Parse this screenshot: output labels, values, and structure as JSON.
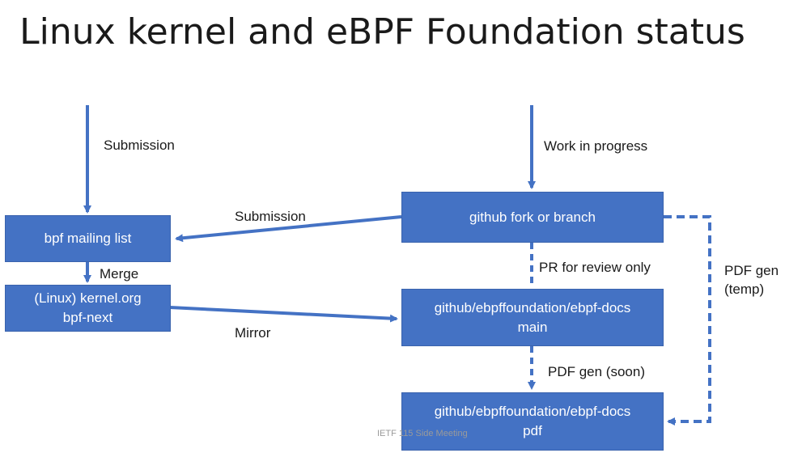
{
  "slide": {
    "title": "Linux kernel and eBPF Foundation status",
    "footer": "IETF 115 Side Meeting"
  },
  "boxes": {
    "mailing_list": "bpf mailing list",
    "kernel_org": "(Linux) kernel.org\nbpf-next",
    "github_fork": "github fork or branch",
    "ebpf_docs_main": "github/ebpffoundation/ebpf-docs\nmain",
    "ebpf_docs_pdf": "github/ebpffoundation/ebpf-docs\npdf"
  },
  "labels": {
    "submission_top": "Submission",
    "work_in_progress": "Work in progress",
    "submission_mid": "Submission",
    "merge": "Merge",
    "pr_review": "PR for review only",
    "mirror": "Mirror",
    "pdf_gen_temp": "PDF gen\n(temp)",
    "pdf_gen_soon": "PDF gen (soon)"
  },
  "colors": {
    "box_fill": "#4472c4",
    "arrow": "#4472c4"
  }
}
